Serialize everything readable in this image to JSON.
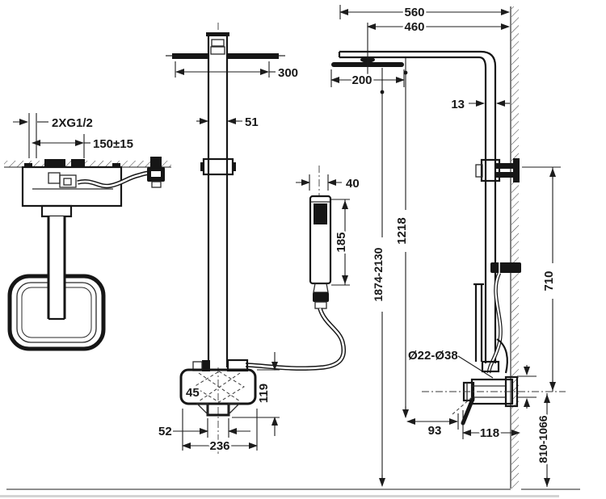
{
  "drawing": {
    "type": "technical-dimension-drawing",
    "subject": "shower column with overhead rain shower, hand shower and mixer valve (plan, front and side views)",
    "background": "#ffffff",
    "line_color": "#161616",
    "dimension_color": "#1c1c1c"
  },
  "labels": {
    "plan_connections": "2XG1/2",
    "plan_spacing": "150±15",
    "front_head_width": "300",
    "front_column_width": "51",
    "front_handset_width": "40",
    "front_handset_length": "185",
    "front_mixer_depth": "45",
    "front_mixer_height": "119",
    "front_spout_width": "52",
    "front_mixer_width": "236",
    "side_reach_total": "560",
    "side_reach_arm": "460",
    "side_head_diameter": "200",
    "side_pipe_width": "13",
    "side_column_height": "1218",
    "side_total_height": "1874-2130",
    "side_bar_height": "710",
    "side_pipe_range": "Ø22-Ø38",
    "side_lever_reach": "93",
    "side_valve_depth": "118",
    "side_valve_height": "810-1066"
  }
}
